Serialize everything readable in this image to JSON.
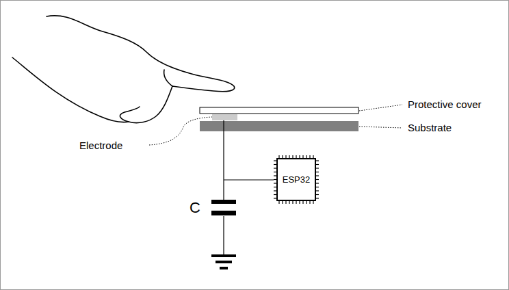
{
  "diagram": {
    "nodes": [
      {
        "text": [
          "ESP32"
        ]
      }
    ],
    "labels": [
      "Protective cover",
      "Substrate",
      "Electrode",
      "C"
    ]
  }
}
